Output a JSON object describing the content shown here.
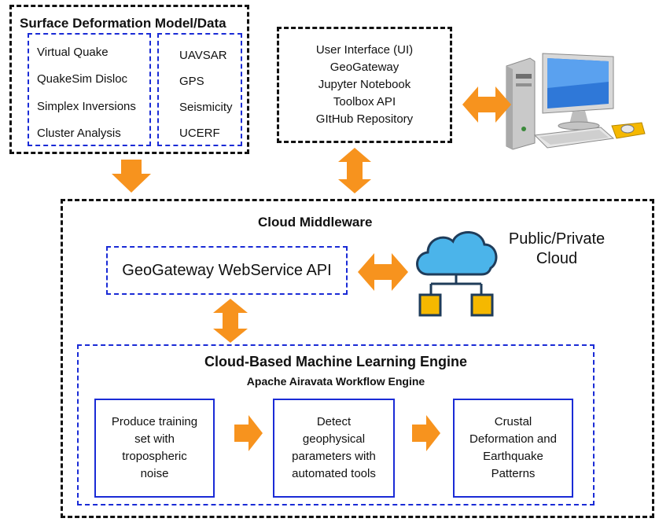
{
  "surface": {
    "title": "Surface Deformation Model/Data",
    "models": [
      "Virtual Quake",
      "QuakeSim Disloc",
      "Simplex Inversions",
      "Cluster Analysis"
    ],
    "data": [
      "UAVSAR",
      "GPS",
      "Seismicity",
      "UCERF"
    ]
  },
  "ui": {
    "lines": [
      "User Interface (UI)",
      "GeoGateway",
      "Jupyter Notebook",
      "Toolbox API",
      "GItHub Repository"
    ]
  },
  "middleware": {
    "title": "Cloud Middleware",
    "api_label": "GeoGateway WebService API",
    "cloud_label_1": "Public/Private",
    "cloud_label_2": "Cloud"
  },
  "engine": {
    "title": "Cloud-Based Machine Learning Engine",
    "subtitle": "Apache Airavata Workflow Engine",
    "step1": [
      "Produce training",
      "set with",
      "tropospheric",
      "noise"
    ],
    "step2": [
      "Detect",
      "geophysical",
      "parameters with",
      "automated tools"
    ],
    "step3": [
      "Crustal",
      "Deformation and",
      "Earthquake",
      "Patterns"
    ]
  },
  "colors": {
    "arrow": "#f7931e",
    "blue_dash": "#1a2bd6",
    "cloud": "#3aa6dd",
    "node": "#f5b800"
  },
  "icons": {
    "computer": "desktop-computer-icon",
    "cloud": "cloud-network-icon"
  }
}
